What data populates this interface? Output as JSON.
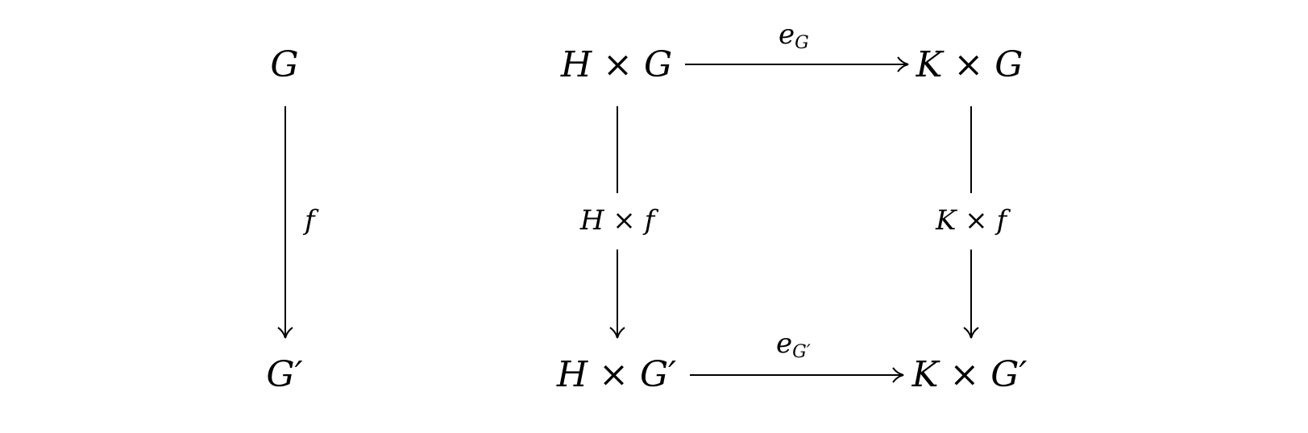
{
  "diagram": {
    "left": {
      "top": "G",
      "bottom": "G′",
      "arrow_label": "f"
    },
    "square": {
      "top_left": "H × G",
      "top_right": "K × G",
      "bottom_left": "H × G′",
      "bottom_right": "K × G′",
      "top_arrow": {
        "base": "e",
        "sub": "G"
      },
      "bottom_arrow": {
        "base": "e",
        "sub": "G′"
      },
      "left_arrow": "H × f",
      "right_arrow": "K × f"
    }
  }
}
